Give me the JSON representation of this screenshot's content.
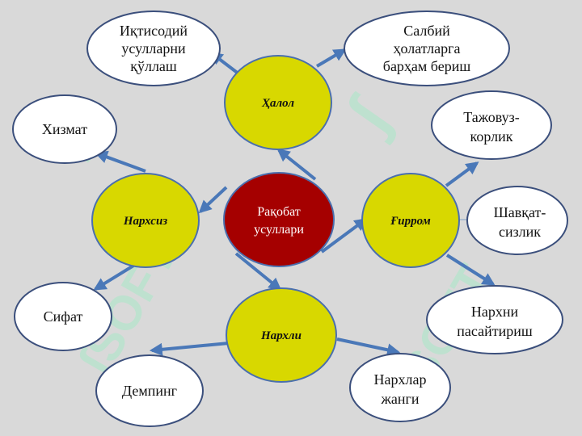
{
  "center": {
    "lines": [
      "Рақобат",
      "усуллари"
    ]
  },
  "hubs": {
    "halol": "Ҳалол",
    "narhsiz": "Нархсиз",
    "girrom": "Ғирром",
    "narhli": "Нархли"
  },
  "leaves": {
    "iqtisodiy": [
      "Иқтисодий",
      "усулларни",
      "қўллаш"
    ],
    "salbiy": [
      "Салбий",
      "ҳолатларга",
      "барҳам бериш"
    ],
    "hizmat": [
      "Хизмат"
    ],
    "tajovuz": [
      "Тажовуз-",
      "корлик"
    ],
    "shavqat": [
      "Шавқат-",
      "сизлик"
    ],
    "narhni": [
      "Нархни",
      "пасайтириш"
    ],
    "sifat": [
      "Сифат"
    ],
    "demping": [
      "Демпинг"
    ],
    "narhlar": [
      "Нархлар",
      "жанги"
    ]
  },
  "colors": {
    "hub": "#d8d800",
    "center": "#a50000",
    "connector": "#4a78b8",
    "background": "#d9d9d9"
  }
}
